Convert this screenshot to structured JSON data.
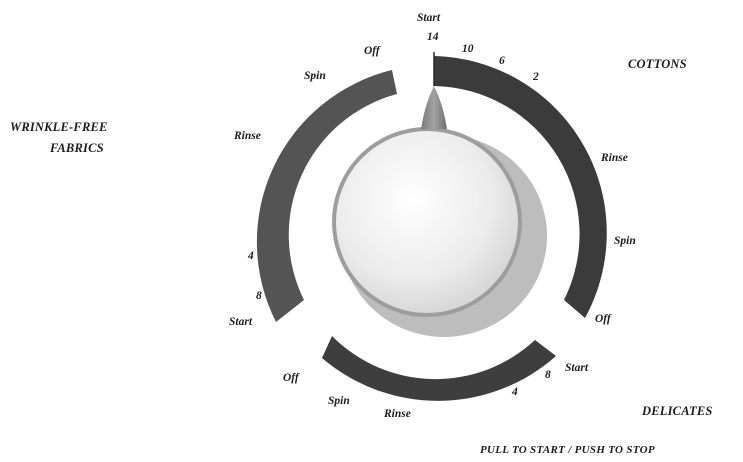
{
  "dial": {
    "cycles": {
      "cottons": "COTTONS",
      "wrinkle_free_line1": "WRINKLE-FREE",
      "wrinkle_free_line2": "FABRICS",
      "delicates": "DELICATES"
    },
    "instruction": "PULL TO START / PUSH TO STOP",
    "cottons_markers": {
      "start": "Start",
      "m14": "14",
      "m10": "10",
      "m6": "6",
      "m2": "2",
      "rinse": "Rinse",
      "spin": "Spin",
      "off": "Off"
    },
    "delicates_markers": {
      "start": "Start",
      "m8": "8",
      "m4": "4",
      "rinse": "Rinse",
      "spin": "Spin",
      "off": "Off"
    },
    "wrinkle_free_markers": {
      "start": "Start",
      "m8": "8",
      "m4": "4",
      "rinse": "Rinse",
      "spin": "Spin",
      "off": "Off"
    },
    "colors": {
      "cottons_ring": "#3b3b3b",
      "wrinkle_ring": "#545454",
      "delicates_ring": "#3e3e3e",
      "pointer": "#8c8c8c",
      "knob_face": "#f1f1f1",
      "knob_shadow": "#bdbdbd"
    }
  }
}
